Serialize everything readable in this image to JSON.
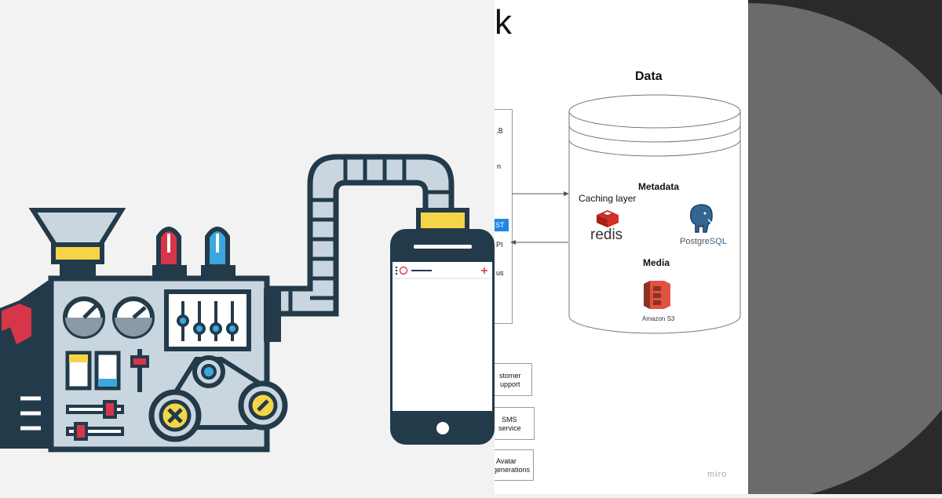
{
  "board": {
    "header_letter": "k",
    "section_title": "Data",
    "db_metadata_label": "Metadata",
    "caching_layer_label": "Caching layer",
    "redis_label": "redis",
    "postgres_label_postgre": "Postgre",
    "postgres_label_sql": "SQL",
    "media_label": "Media",
    "s3_label": "Amazon S3",
    "left_partial_texts": [
      ".8",
      "n",
      "ST",
      "PI",
      "us"
    ],
    "service_boxes": [
      {
        "line1": "stomer",
        "line2": "upport"
      },
      {
        "line1": "SMS",
        "line2": "service"
      },
      {
        "line1": "Avatar",
        "line2": "generations"
      }
    ],
    "watermark": "miro"
  },
  "colors": {
    "machine_dark": "#233a4a",
    "machine_body": "#c9d6e0",
    "accent_yellow": "#f5d547",
    "tube_red": "#d7364a",
    "tube_blue": "#3aa8de",
    "redis_red": "#c6302b",
    "postgres_blue": "#336791",
    "s3_orange": "#e05243",
    "dark_bg": "#2a2a2a",
    "disc_gray": "#6b6b6b"
  }
}
